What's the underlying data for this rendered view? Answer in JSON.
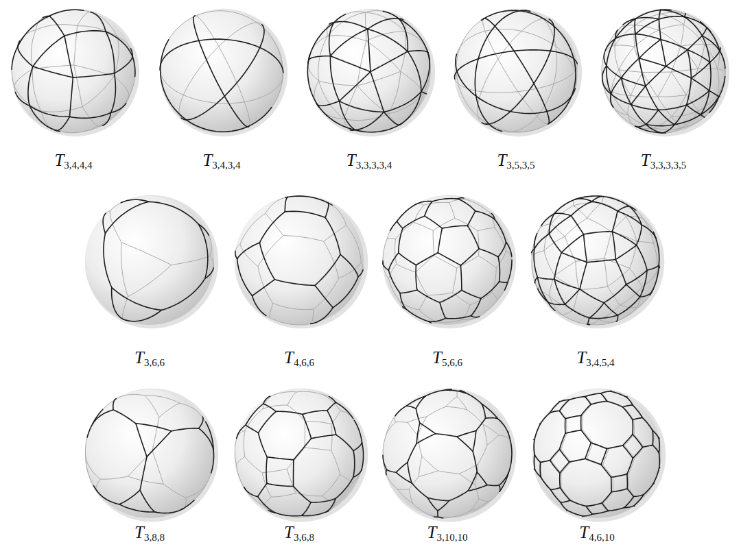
{
  "diagram": {
    "labels": [
      "T3,4,4,4",
      "T3,4,3,4",
      "T3,3,3,3,4",
      "T3,5,3,5",
      "T3,3,3,3,5",
      "T3,6,6",
      "T4,6,6",
      "T5,6,6",
      "T3,4,5,4",
      "T3,8,8",
      "T3,6,8",
      "T3,10,10",
      "T4,6,10"
    ]
  }
}
